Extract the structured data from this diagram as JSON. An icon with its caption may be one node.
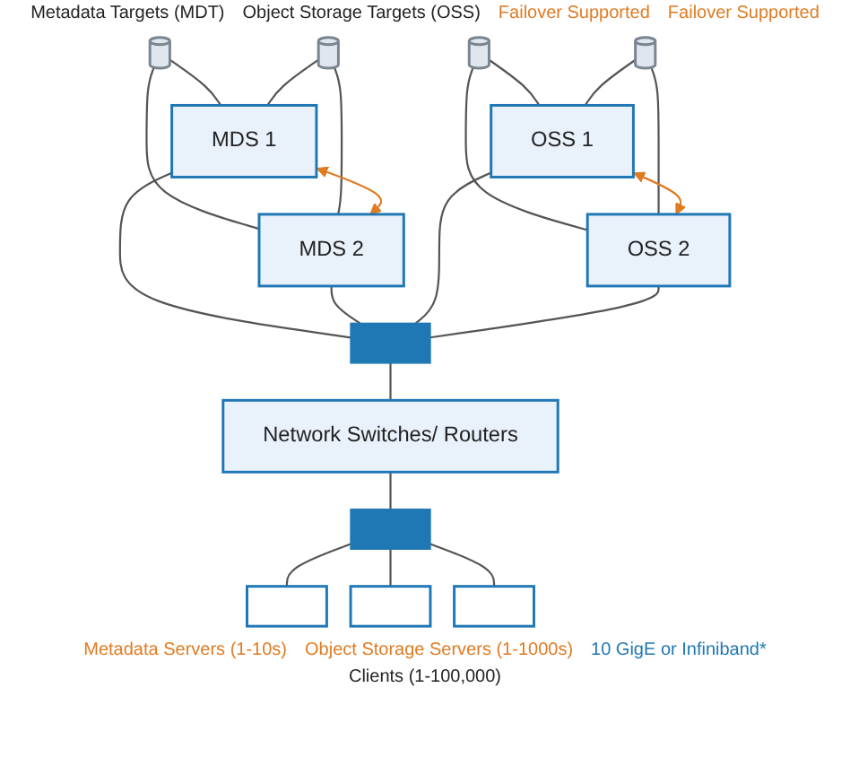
{
  "diagram": {
    "nodes": [
      {
        "text": [],
        "shape": "cylinder"
      },
      {
        "text": [],
        "shape": "cylinder"
      },
      {
        "text": [],
        "shape": "cylinder"
      },
      {
        "text": [],
        "shape": "cylinder"
      },
      {
        "text": [
          "MDS 1"
        ]
      },
      {
        "text": [
          "MDS 2"
        ]
      },
      {
        "text": [
          "OSS 1"
        ]
      },
      {
        "text": [
          "OSS 2"
        ]
      },
      {
        "text": [],
        "shape": "bar"
      },
      {
        "text": [
          "Network Switches/ Routers"
        ]
      },
      {
        "text": [],
        "shape": "bar"
      },
      {
        "text": [],
        "shape": "box"
      },
      {
        "text": [],
        "shape": "box"
      },
      {
        "text": [],
        "shape": "box"
      }
    ],
    "edges": [
      {
        "from": 0,
        "to": 4,
        "arrow": "none"
      },
      {
        "from": 0,
        "to": 5,
        "arrow": "none"
      },
      {
        "from": 1,
        "to": 4,
        "arrow": "none"
      },
      {
        "from": 1,
        "to": 5,
        "arrow": "none"
      },
      {
        "from": 2,
        "to": 6,
        "arrow": "none"
      },
      {
        "from": 2,
        "to": 7,
        "arrow": "none"
      },
      {
        "from": 3,
        "to": 6,
        "arrow": "none"
      },
      {
        "from": 3,
        "to": 7,
        "arrow": "none"
      },
      {
        "from": 4,
        "to": 5,
        "arrow": "both",
        "color": "#e07b22"
      },
      {
        "from": 6,
        "to": 7,
        "arrow": "both",
        "color": "#e07b22"
      },
      {
        "from": 4,
        "to": 8,
        "arrow": "none"
      },
      {
        "from": 5,
        "to": 8,
        "arrow": "none"
      },
      {
        "from": 6,
        "to": 8,
        "arrow": "none"
      },
      {
        "from": 7,
        "to": 8,
        "arrow": "none"
      },
      {
        "from": 8,
        "to": 9,
        "arrow": "none"
      },
      {
        "from": 9,
        "to": 10,
        "arrow": "none"
      },
      {
        "from": 10,
        "to": 11,
        "arrow": "none"
      },
      {
        "from": 10,
        "to": 12,
        "arrow": "none"
      },
      {
        "from": 10,
        "to": 13,
        "arrow": "none"
      }
    ],
    "labels": [
      "Metadata Targets (MDT)",
      "Object Storage Targets (OSS)",
      "Failover Supported",
      "Failover Supported",
      "Metadata Servers (1-10s)",
      "Object Storage Servers (1-1000s)",
      "10 GigE or Infiniband*",
      "Clients (1-100,000)"
    ]
  }
}
